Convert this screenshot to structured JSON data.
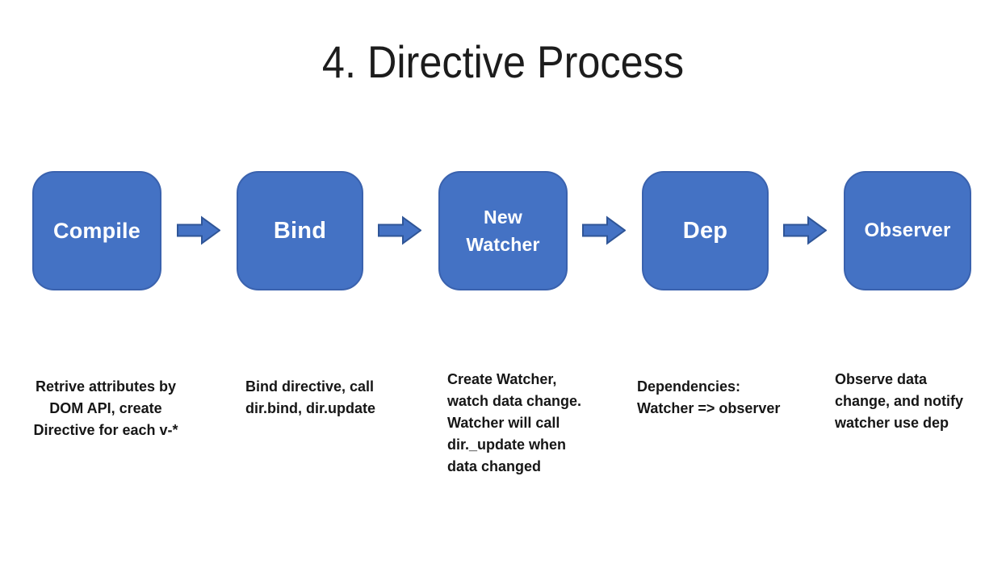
{
  "slide": {
    "title": "4. Directive Process"
  },
  "colors": {
    "shape_fill": "#4472C4",
    "shape_border": "#3A62AE",
    "arrow_border": "#2F5597",
    "label_text": "#FFFFFF",
    "body_text": "#161616",
    "title_text": "#1C1C1C",
    "background": "#FFFFFF"
  },
  "icons": {
    "arrow": "right-block-arrow"
  },
  "steps": [
    {
      "id": "compile",
      "label": "Compile",
      "description": [
        "Retrive attributes by",
        "DOM API, create",
        "Directive  for each v-*"
      ]
    },
    {
      "id": "bind",
      "label": "Bind",
      "description": [
        "Bind directive, call",
        "dir.bind, dir.update"
      ]
    },
    {
      "id": "new-watcher",
      "label": [
        "New",
        "Watcher"
      ],
      "description": [
        "Create Watcher,",
        "watch data change.",
        "Watcher will call",
        "dir._update when",
        "data changed"
      ]
    },
    {
      "id": "dep",
      "label": "Dep",
      "description": [
        "Dependencies:",
        "Watcher => observer"
      ]
    },
    {
      "id": "observer",
      "label": "Observer",
      "description": [
        "Observe data",
        "change, and notify",
        "watcher use dep"
      ]
    }
  ]
}
